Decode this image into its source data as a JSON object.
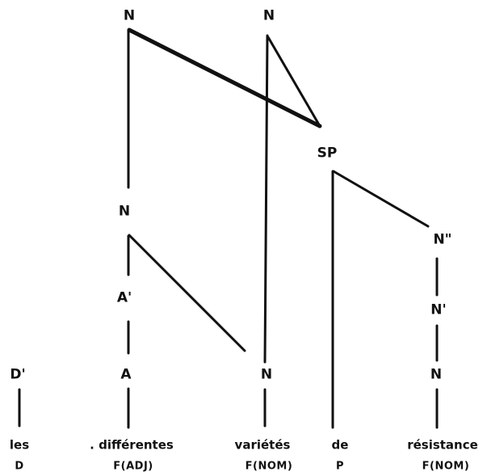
{
  "diagram": {
    "nodes": {
      "n_top_left": "N",
      "n_top_mid": "N",
      "sp": "SP",
      "n_left_mid": "N",
      "a_bar": "A'",
      "n_double_bar": "N\"",
      "n_bar": "N'",
      "d_bar": "D'",
      "a": "A",
      "n_mid_low": "N",
      "n_right_low": "N"
    },
    "words": {
      "les": "les",
      "differentes": ". différentes",
      "varietes": "variétés",
      "de": "de",
      "resistance": "résistance"
    },
    "categories": {
      "les": "D",
      "differentes": "F(ADJ)",
      "varietes": "F(NOM)",
      "de": "P",
      "resistance": "F(NOM)"
    },
    "colors": {
      "ink": "#111111",
      "background": "#ffffff"
    }
  }
}
